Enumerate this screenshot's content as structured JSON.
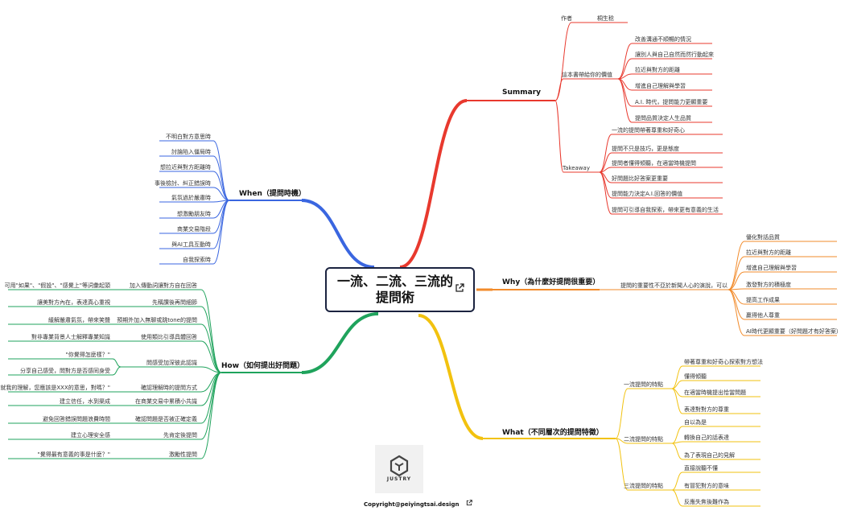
{
  "root": {
    "title": "一流、二流、三流的提問術"
  },
  "colors": {
    "summary": "#e8392e",
    "why": "#f28b2b",
    "what": "#f2c20f",
    "how": "#1fa35c",
    "when": "#3a66e0",
    "root_border": "#1b2340"
  },
  "summary": {
    "label": "Summary",
    "author_key": "作者",
    "author_name": "桐生稔",
    "value_title": "這本書帶給你的價值",
    "values": [
      "改善溝通不順暢的情況",
      "讓別人與自己自然而然行動起來",
      "拉近與對方的距離",
      "增進自己理解與學習",
      "A.I. 時代，提問能力更顯重要",
      "提問品質決定人生品質"
    ],
    "takeaway_title": "Takeaway",
    "takeaways": [
      "一流的提問帶著尊重和好奇心",
      "提問不只是技巧，更是態度",
      "提問者懂得傾聽，在適當時機提問",
      "好問題比好答案更重要",
      "提問能力決定A.I.回答的價值",
      "提問可引導自我探索，帶來更有意義的生活"
    ]
  },
  "why": {
    "label": "Why（為什麼好提問很重要）",
    "sub": "提問的重要性不亞於新聞人心的演說，可以",
    "items": [
      "優化對話品質",
      "拉近與對方的距離",
      "增進自己理解與學習",
      "激發對方的積極度",
      "提高工作成果",
      "贏得他人尊重",
      "AI時代更顯重要（好問題才有好答案）"
    ]
  },
  "what": {
    "label": "What（不同層次的提問特徵）",
    "groups": [
      {
        "title": "一流提問的特點",
        "items": [
          "帶著尊重和好奇心探索對方想法",
          "懂得傾聽",
          "在適當時機提出恰當問題",
          "表達對對方的尊重"
        ]
      },
      {
        "title": "二流提問的特點",
        "items": [
          "自以為是",
          "轉換自己的話表達",
          "為了表現自己的見解"
        ]
      },
      {
        "title": "三流提問的特點",
        "items": [
          "直接說聽不懂",
          "有冒犯對方的意味",
          "反應失焦後難作為"
        ]
      }
    ]
  },
  "how": {
    "label": "How（如何提出好問題）",
    "items": [
      {
        "label": "加入傳動詞讓對方自在回答",
        "children": [
          "可用\"如果\"、\"假設\"、\"感覺上\"等詞彙起頭"
        ]
      },
      {
        "label": "先稱讚後再問細節",
        "children": [
          "讓美對方內在，表達真心重視"
        ]
      },
      {
        "label": "預期外加入無聊或跳tone的提問",
        "children": [
          "緩解嚴肅氣氛，帶來笑聲"
        ]
      },
      {
        "label": "使用類比引導具體回答",
        "children": [
          "對非專業背景人士解釋專業知識"
        ]
      },
      {
        "label": "問感受加深彼此認識",
        "children": [
          "\"你覺得怎麼樣？\"",
          "分享自己感受，問對方是否感同身受"
        ]
      },
      {
        "label": "確認理解時的提問方式",
        "children": [
          "\"就我的理解，您應該是XXX的意思，對嗎？\""
        ]
      },
      {
        "label": "在商業交易中累積小共識",
        "children": [
          "建立信任，水到渠成"
        ]
      },
      {
        "label": "確認問題是否被正確定義",
        "children": [
          "避免回答錯誤問題浪費時間"
        ]
      },
      {
        "label": "先肯定後提問",
        "children": [
          "建立心理安全感"
        ]
      },
      {
        "label": "激勵性提問",
        "children": [
          "\"覺得最有意義的事是什麼？\""
        ]
      }
    ]
  },
  "when": {
    "label": "When（提問時機）",
    "items": [
      "不明白對方意思時",
      "討論陷入僵局時",
      "想拉近與對方距離時",
      "事後檢討、糾正錯誤時",
      "氣氛過於嚴肅時",
      "想激勵朋友時",
      "商業交易階段",
      "與AI工具互動時",
      "自我探索時"
    ]
  },
  "footer": {
    "logo_text": "JUSTRY",
    "copyright": "Copyright@peiyingtsai.design"
  }
}
